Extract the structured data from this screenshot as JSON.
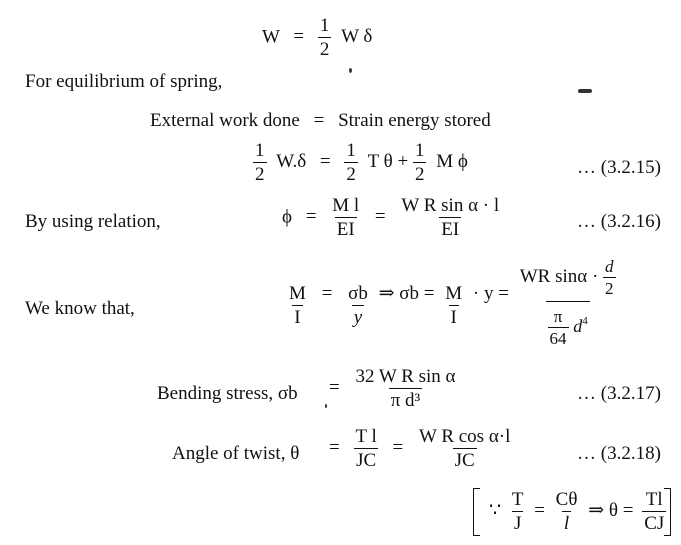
{
  "line1": {
    "lhs": "W",
    "eq": "=",
    "num": "1",
    "den": "2",
    "rhs": "W δ"
  },
  "line2": {
    "text": "For equilibrium of spring,"
  },
  "line3": {
    "lhs": "External work done",
    "eq": "=",
    "rhs": "Strain energy stored"
  },
  "line4": {
    "l_num": "1",
    "l_den": "2",
    "l_rest": "W.δ",
    "eq": "=",
    "r1_num": "1",
    "r1_den": "2",
    "r1_rest": "T θ +",
    "r2_num": "1",
    "r2_den": "2",
    "r2_rest": "M ϕ",
    "ref": "… (3.2.15)"
  },
  "line5": {
    "label": "By using relation,",
    "lhs": "ϕ",
    "eq": "=",
    "f1_num": "M l",
    "f1_den": "EI",
    "eq2": "=",
    "f2_num": "W R sin α · l",
    "f2_den": "EI",
    "ref": "… (3.2.16)"
  },
  "line6": {
    "label": "We know that,",
    "f1_num": "M",
    "f1_den": "I",
    "eq": "=",
    "f2_num": "σb",
    "f2_den": "y",
    "mid": "⇒ σb =",
    "f3_num": "M",
    "f3_den": "I",
    "mid2": "· y =",
    "f4_num_top": "WR sinα ·",
    "f4_num_d": "d",
    "f4_num_2": "2",
    "f4_den_pi": "π",
    "f4_den_64": "64",
    "f4_den_d": "d",
    "f4_den_exp": "4"
  },
  "line7": {
    "label": "Bending stress, σb",
    "eq": "=",
    "f_num": "32 W R sin α",
    "f_den": "π d³",
    "ref": "… (3.2.17)"
  },
  "line8": {
    "label": "Angle of twist, θ",
    "eq": "=",
    "f1_num": "T l",
    "f1_den": "JC",
    "eq2": "=",
    "f2_num": "W R cos α·l",
    "f2_den": "JC",
    "ref": "… (3.2.18)"
  },
  "line9": {
    "because": "∵",
    "f1_num": "T",
    "f1_den": "J",
    "eq": "=",
    "f2_num": "Cθ",
    "f2_den": "l",
    "mid": "⇒ θ =",
    "f3_num": "Tl",
    "f3_den": "CJ"
  }
}
